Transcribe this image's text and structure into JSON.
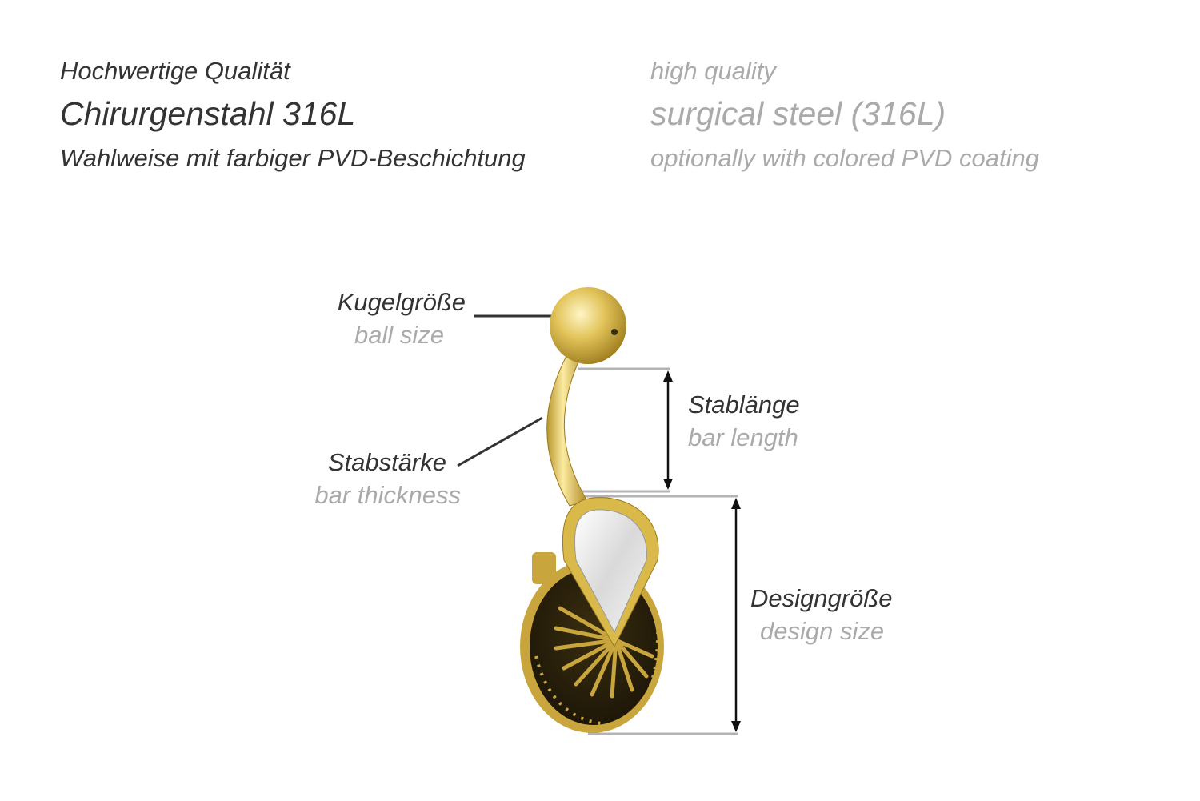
{
  "header": {
    "de": {
      "quality": "Hochwertige Qualität",
      "material": "Chirurgenstahl 316L",
      "coating": "Wahlweise mit farbiger PVD-Beschichtung"
    },
    "en": {
      "quality": "high quality",
      "material": "surgical steel (316L)",
      "coating": "optionally with colored PVD coating"
    }
  },
  "labels": {
    "ball_size": {
      "de": "Kugelgröße",
      "en": "ball size"
    },
    "bar_thickness": {
      "de": "Stabstärke",
      "en": "bar thickness"
    },
    "bar_length": {
      "de": "Stablänge",
      "en": "bar length"
    },
    "design_size": {
      "de": "Designgröße",
      "en": "design size"
    }
  },
  "colors": {
    "gold": "#d9b94a",
    "dark_text": "#333333",
    "grey_text": "#aaaaaa",
    "guide_line": "#b3b3b3"
  }
}
